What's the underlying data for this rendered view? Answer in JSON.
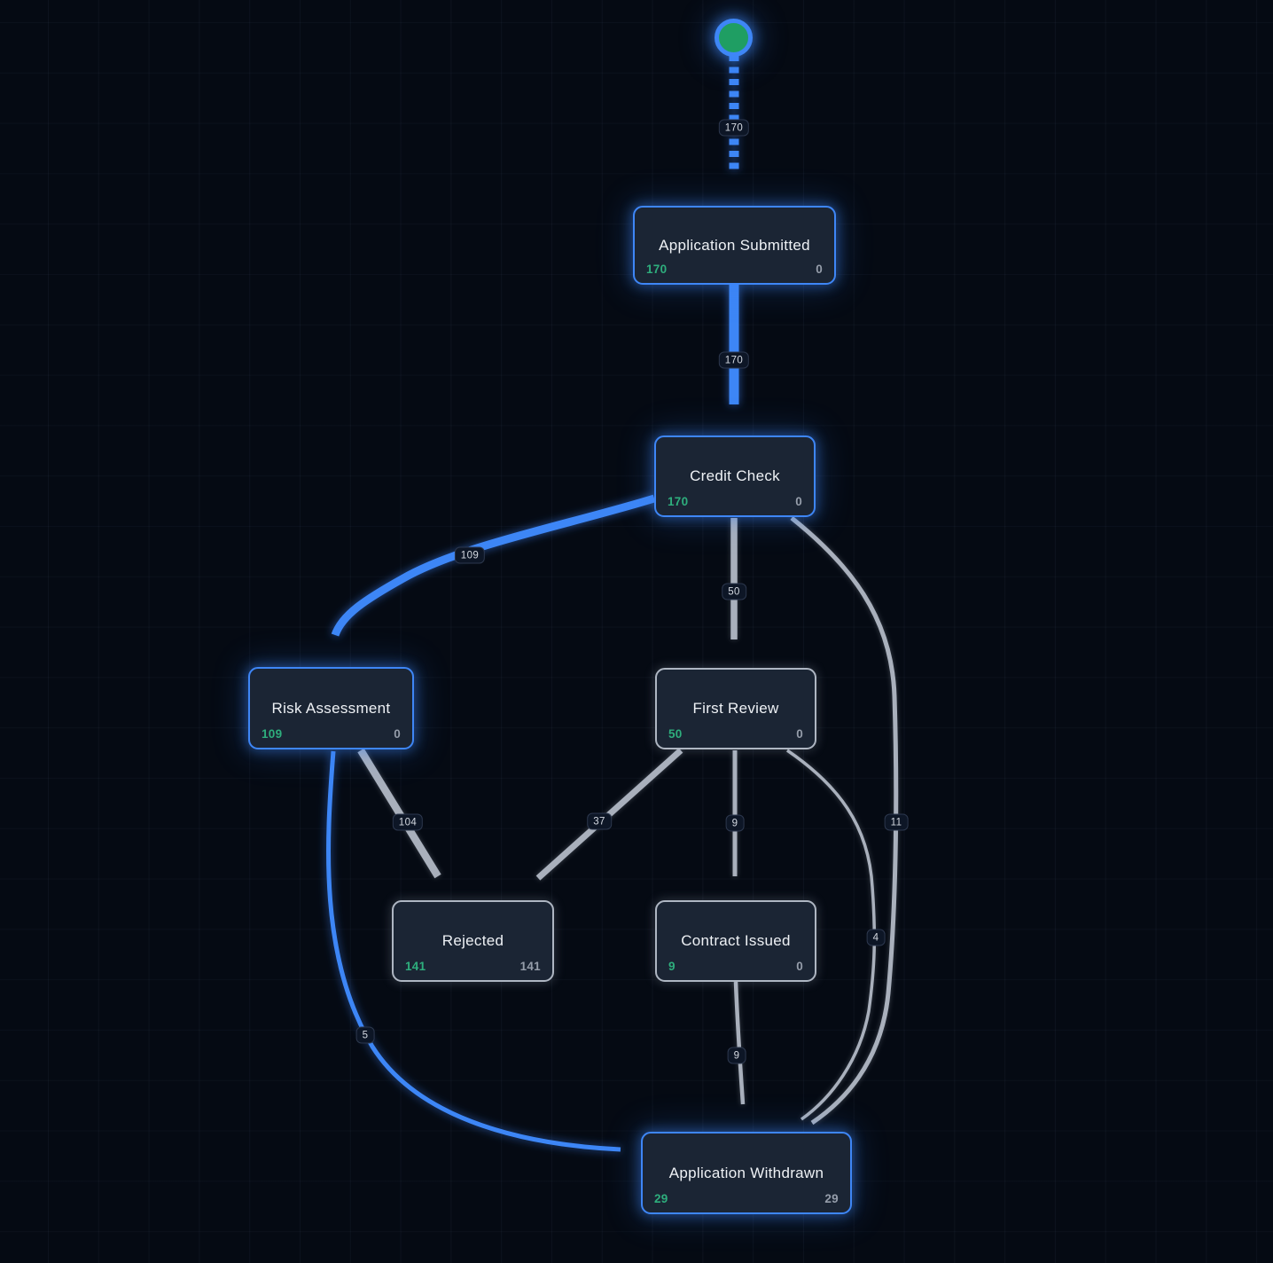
{
  "canvas": {
    "background": "#050a13",
    "accent_blue": "#3e86f6",
    "edge_gray": "#a9b0bc",
    "count_green": "#2eae7d",
    "count_gray": "#959daa",
    "start_node_fill": "#1f9e63"
  },
  "start_node": {
    "name": "start"
  },
  "nodes": [
    {
      "label": "Application Submitted",
      "count_left": "170",
      "count_right": "0",
      "highlighted": true
    },
    {
      "label": "Credit Check",
      "count_left": "170",
      "count_right": "0",
      "highlighted": true
    },
    {
      "label": "Risk Assessment",
      "count_left": "109",
      "count_right": "0",
      "highlighted": true
    },
    {
      "label": "First Review",
      "count_left": "50",
      "count_right": "0",
      "highlighted": false
    },
    {
      "label": "Rejected",
      "count_left": "141",
      "count_right": "141",
      "highlighted": false
    },
    {
      "label": "Contract Issued",
      "count_left": "9",
      "count_right": "0",
      "highlighted": false
    },
    {
      "label": "Application Withdrawn",
      "count_left": "29",
      "count_right": "29",
      "highlighted": true
    }
  ],
  "edges": [
    {
      "from": "start",
      "to": "Application Submitted",
      "count": "170",
      "style": "blue-dashed"
    },
    {
      "from": "Application Submitted",
      "to": "Credit Check",
      "count": "170",
      "style": "blue"
    },
    {
      "from": "Credit Check",
      "to": "Risk Assessment",
      "count": "109",
      "style": "blue"
    },
    {
      "from": "Credit Check",
      "to": "First Review",
      "count": "50",
      "style": "gray"
    },
    {
      "from": "Credit Check",
      "to": "Application Withdrawn",
      "count": "11",
      "style": "gray"
    },
    {
      "from": "Risk Assessment",
      "to": "Rejected",
      "count": "104",
      "style": "gray"
    },
    {
      "from": "First Review",
      "to": "Rejected",
      "count": "37",
      "style": "gray"
    },
    {
      "from": "First Review",
      "to": "Contract Issued",
      "count": "9",
      "style": "gray"
    },
    {
      "from": "First Review",
      "to": "Application Withdrawn",
      "count": "4",
      "style": "gray"
    },
    {
      "from": "Contract Issued",
      "to": "Application Withdrawn",
      "count": "9",
      "style": "gray"
    },
    {
      "from": "Risk Assessment",
      "to": "Application Withdrawn",
      "count": "5",
      "style": "blue"
    }
  ]
}
